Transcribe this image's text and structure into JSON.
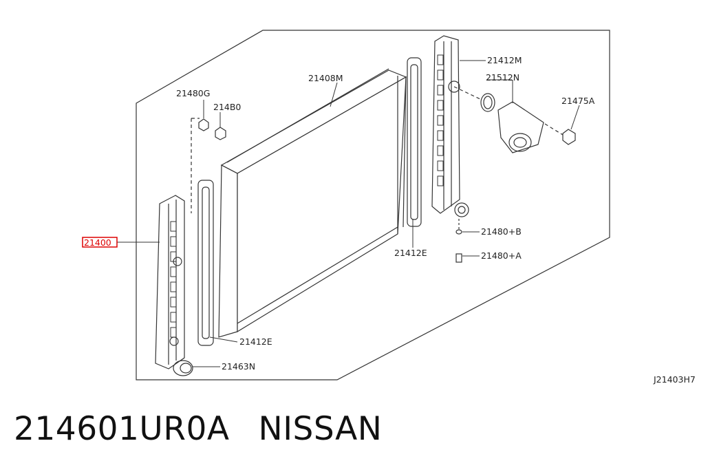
{
  "diagram": {
    "drawing_code": "J21403H7",
    "callouts": {
      "highlighted": "21400",
      "c21480G": "21480G",
      "c21480": "214B0",
      "c21408M": "21408M",
      "c21412M": "21412M",
      "c21512N": "21512N",
      "c21475A": "21475A",
      "c21480B": "21480+B",
      "c21480A": "21480+A",
      "c21412E_right": "21412E",
      "c21412E_left": "21412E",
      "c21463N": "21463N"
    },
    "colors": {
      "line": "#333333",
      "highlight": "#dd0000"
    }
  },
  "footer": {
    "part_number": "214601UR0A",
    "brand": "NISSAN"
  }
}
